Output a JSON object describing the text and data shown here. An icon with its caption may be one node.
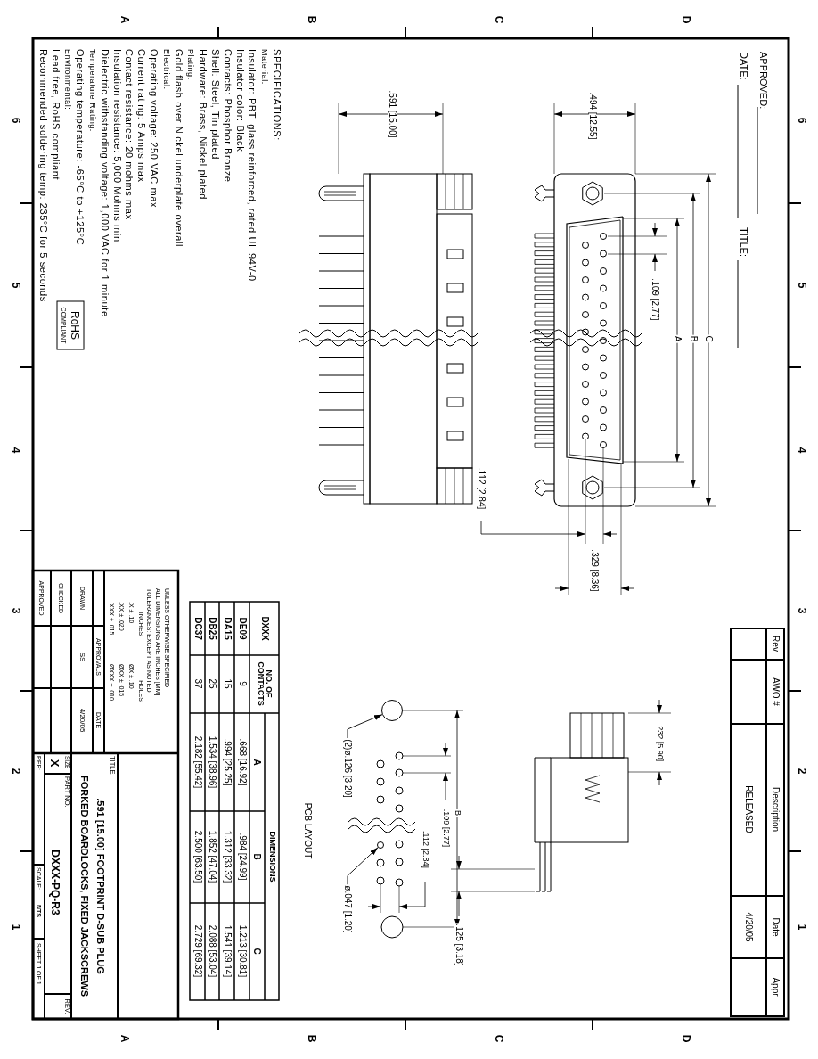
{
  "diagram": {
    "nodes": [
      {
        "text": [
          "(2)ø.126 [3.20]"
        ]
      },
      {
        "text": [],
        "shape": "circle"
      },
      {
        "text": [
          "ø.047 [1.20]"
        ]
      },
      {
        "text": [],
        "shape": "circle"
      }
    ],
    "edges": [
      {
        "from": 0,
        "to": 1,
        "arrow": "to"
      },
      {
        "from": 2,
        "to": 3,
        "arrow": "to"
      }
    ],
    "labels": [
      "APPROVED:",
      "DATE:",
      "TITLE:",
      "Rev",
      "AWO #",
      "Description",
      "Date",
      "Appr",
      "-",
      "RELEASED",
      "4/20/05",
      ".494 [12.55]",
      ".591 [15.00]",
      ".109 [2.77]",
      "A",
      "B",
      "C",
      ".112 [2.84]",
      ".329 [8.36]",
      ".232 [5.90]",
      ".125 [3.18]",
      ".109 [2.77]",
      ".112 [2.84]",
      "B",
      "PCB LAYOUT",
      "SPECIFICATIONS:",
      "Material:",
      "Insulator: PBT, glass reinforced, rated UL 94V-0",
      "Insulator color: Black",
      "Contacts: Phosphor Bronze",
      "Shell: Steel, Tin plated",
      "Hardware: Brass, Nickel plated",
      "Plating:",
      "Gold flash over Nickel underplate overall",
      "Electrical:",
      "Operating voltage: 250 VAC max",
      "Current rating: 5 Amps max",
      "Contact resistance: 20 mohms max",
      "Insulation resistance: 5,000 Mohms min",
      "Dielectric withstanding voltage: 1,000 VAC for 1 minute",
      "Temperature Rating:",
      "Operating temperature: -65°C to +125°C",
      "Environmental:",
      "Lead free, RoHS compliant",
      "Recommended soldering temp: 235°C for 5 seconds",
      "RoHS",
      "COMPLIANT",
      "DXXX",
      "NO. OF CONTACTS",
      "DIMENSIONS",
      "A",
      "B",
      "C",
      "DE09",
      "9",
      ".668 [16.92]",
      ".984 [24.99]",
      "1.213 [30.81]",
      "DA15",
      "15",
      ".994 [25.25]",
      "1.312 [33.32]",
      "1.541 [39.14]",
      "DB25",
      "25",
      "1.534 [38.96]",
      "1.852 [47.04]",
      "2.088 [53.04]",
      "DC37",
      "37",
      "2.182 [55.42]",
      "2.500 [63.50]",
      "2.729 [69.32]",
      "UNLESS OTHERWISE SPECIFIED",
      "ALL DIMENSIONS ARE INCHES [MM]",
      "TOLERANCES: EXCEPT AS NOTED",
      "INCHES",
      "HOLES",
      ".X ± .10",
      "ØX ± .10",
      ".XX ± .020",
      "ØXX ± .015",
      ".XXX ± .015",
      "ØXXX ± .010",
      "APPROVALS",
      "DATE",
      "DRAWN",
      "SS",
      "4/20/05",
      "CHECKED",
      "APPROVED",
      "TITLE",
      ".591 [15.00] FOOTPRINT D-SUB PLUG",
      "FORKED BOARDLOCKS, FIXED JACKSCREWS",
      "SIZE",
      "X",
      "PART NO.",
      "DXXX-PQ-R3",
      "REV.",
      "-",
      "REF:",
      "SCALE:",
      "NTS",
      "SHEET 1 OF 1",
      "A",
      "B",
      "C",
      "D",
      "A",
      "B",
      "C",
      "D",
      "6",
      "5",
      "4",
      "3",
      "2",
      "1",
      "6",
      "5",
      "4",
      "3",
      "2",
      "1"
    ]
  }
}
